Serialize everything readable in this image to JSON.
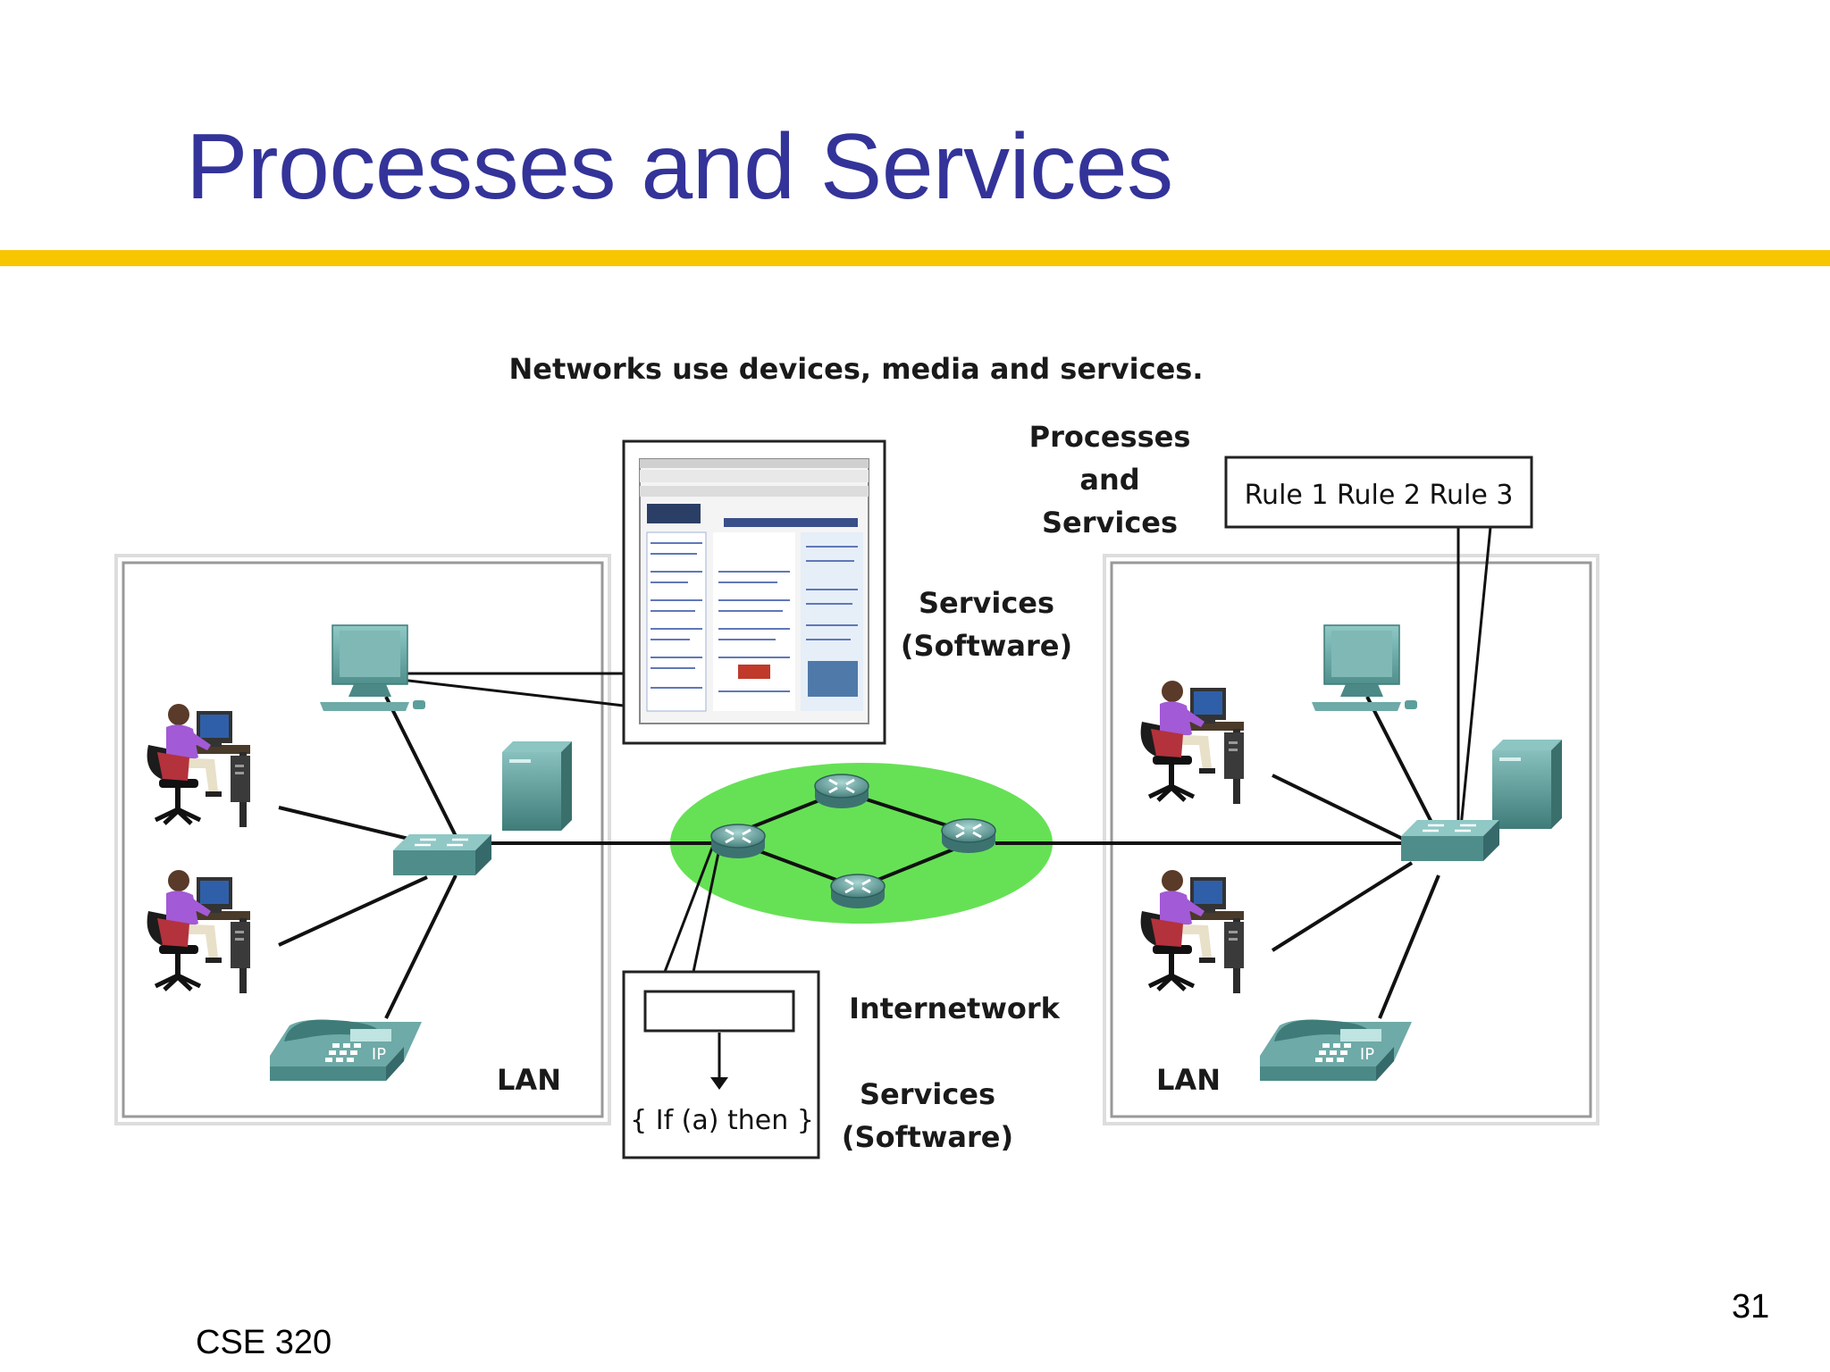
{
  "slide": {
    "title": "Processes and Services",
    "footer": "CSE 320",
    "page_number": "31",
    "accent_color": "#f7c600",
    "title_color": "#333399"
  },
  "diagram": {
    "caption": "Networks use devices, media and services.",
    "processes_label": [
      "Processes",
      "and",
      "Services"
    ],
    "rules_label": "Rule 1 Rule 2 Rule 3",
    "services_top": [
      "Services",
      "(Software)"
    ],
    "internetwork_label": "Internetwork",
    "services_bottom": [
      "Services",
      "(Software)"
    ],
    "code_label": "{ If (a) then }",
    "lan_left": "LAN",
    "lan_right": "LAN",
    "phone_tag": "IP",
    "cloud_color": "#66e155",
    "device_color": "#5c9e9b"
  }
}
